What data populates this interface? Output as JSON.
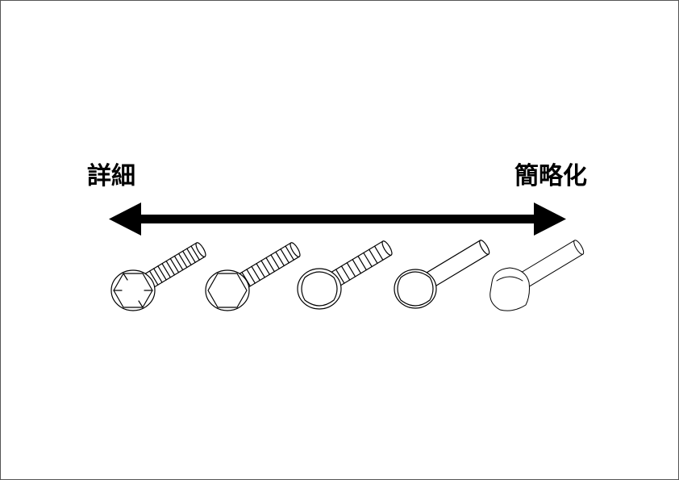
{
  "labels": {
    "left": "詳細",
    "right": "簡略化"
  },
  "bolts": [
    {
      "name": "bolt-detailed",
      "detail_level": 1,
      "threaded": true
    },
    {
      "name": "bolt-less-detailed",
      "detail_level": 2,
      "threaded": true
    },
    {
      "name": "bolt-medium",
      "detail_level": 3,
      "threaded": true
    },
    {
      "name": "bolt-simplified",
      "detail_level": 4,
      "threaded": false
    },
    {
      "name": "bolt-most-simplified",
      "detail_level": 5,
      "threaded": false
    }
  ],
  "colors": {
    "line": "#000000",
    "frame": "#555555",
    "background": "#ffffff"
  }
}
